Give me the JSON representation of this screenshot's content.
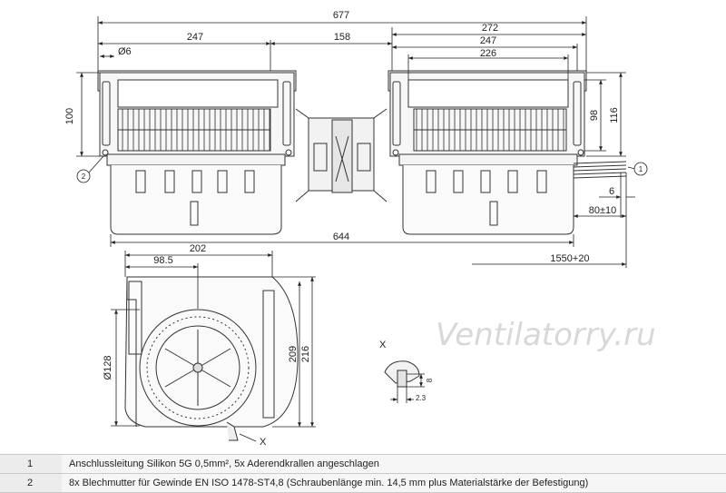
{
  "dimensions": {
    "overall_length": "677",
    "right_housing_width": "272",
    "left_housing_width": "247",
    "center_gap": "158",
    "right_inner_width": "247",
    "right_outlet_width": "226",
    "mount_hole": "Ø6",
    "left_height": "100",
    "right_outlet_height": "98",
    "right_height": "116",
    "cable_strip": "6",
    "cable_end": "80±10",
    "base_length": "644",
    "cable_length": "1550+20",
    "side_width": "202",
    "side_offset": "98.5",
    "wheel_diameter": "Ø128",
    "side_height_inner": "209",
    "side_height_outer": "216",
    "detail_height": "8",
    "detail_width": "2.3"
  },
  "labels": {
    "callout_1": "1",
    "callout_2": "2",
    "detail_marker": "X",
    "detail_title": "X"
  },
  "watermark": "Ventilatorry.ru",
  "legend": [
    {
      "num": "1",
      "text": "Anschlussleitung Silikon 5G 0,5mm², 5x Aderendkrallen angeschlagen"
    },
    {
      "num": "2",
      "text": "8x Blechmutter für Gewinde EN ISO 1478-ST4,8 (Schraubenlänge min. 14,5 mm plus Materialstärke der Befestigung)"
    }
  ]
}
